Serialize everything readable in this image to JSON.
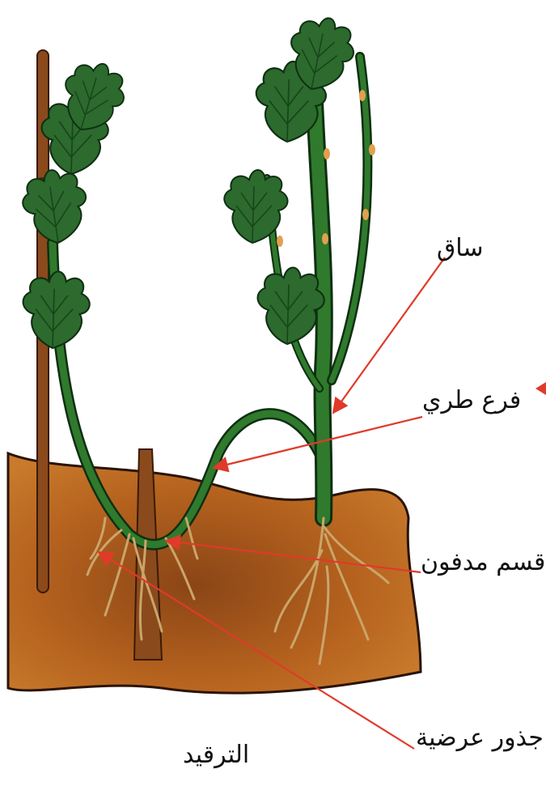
{
  "labels": {
    "stem": "ساق",
    "soft_branch": "فرع طري",
    "buried_part": "قسم مدفون",
    "adventitious_roots": "جذور عرضية"
  },
  "caption": "الترقيد",
  "colors": {
    "soil": "#b5621e",
    "soil_dark": "#8a4516",
    "stem": "#2f7a2c",
    "leaf": "#2c6a2e",
    "stake": "#8a4a1c",
    "arrow": "#e03a2a",
    "root": "#caa56a"
  }
}
